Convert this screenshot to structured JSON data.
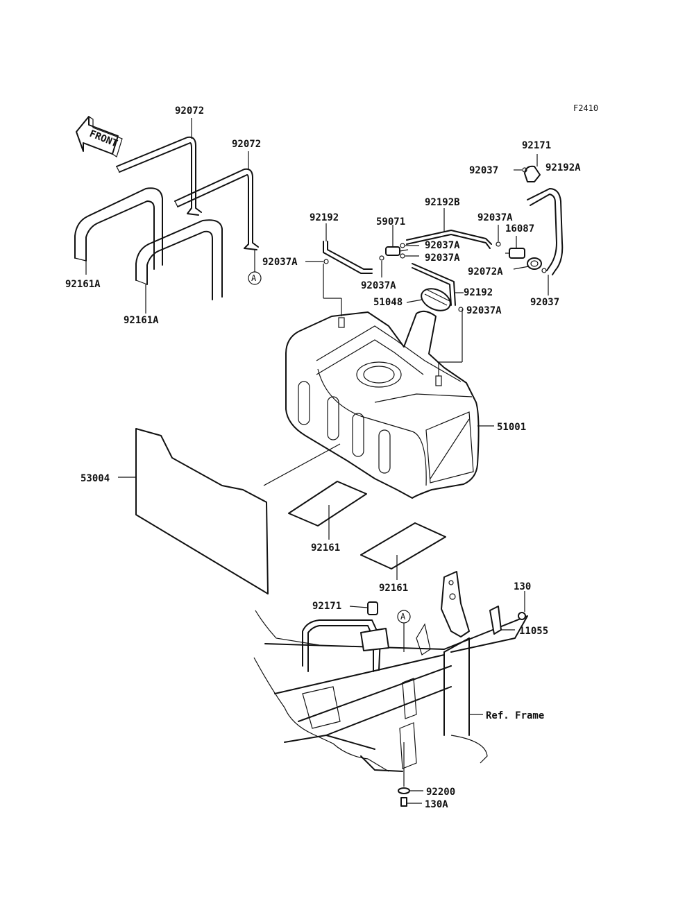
{
  "figure_code": "F2410",
  "front_arrow": "FRONT",
  "ref_marker": "A",
  "labels": {
    "p92072_a": "92072",
    "p92072_b": "92072",
    "p92161A_a": "92161A",
    "p92161A_b": "92161A",
    "p92037A_left": "92037A",
    "p92192_left": "92192",
    "p59071": "59071",
    "p92037A_mid_a": "92037A",
    "p92037A_mid_b": "92037A",
    "p92037A_mid_c": "92037A",
    "p92192B": "92192B",
    "p92037A_right": "92037A",
    "p16087": "16087",
    "p92072A": "92072A",
    "p92171_top": "92171",
    "p92192A": "92192A",
    "p92037_top": "92037",
    "p92037_right": "92037",
    "p92192_right": "92192",
    "p51048": "51048",
    "p92037A_tank": "92037A",
    "p51001": "51001",
    "p53004": "53004",
    "p92161_a": "92161",
    "p92161_b": "92161",
    "p92171_bottom": "92171",
    "p130": "130",
    "p11055": "11055",
    "ref_frame": "Ref. Frame",
    "p92200": "92200",
    "p130A": "130A"
  }
}
